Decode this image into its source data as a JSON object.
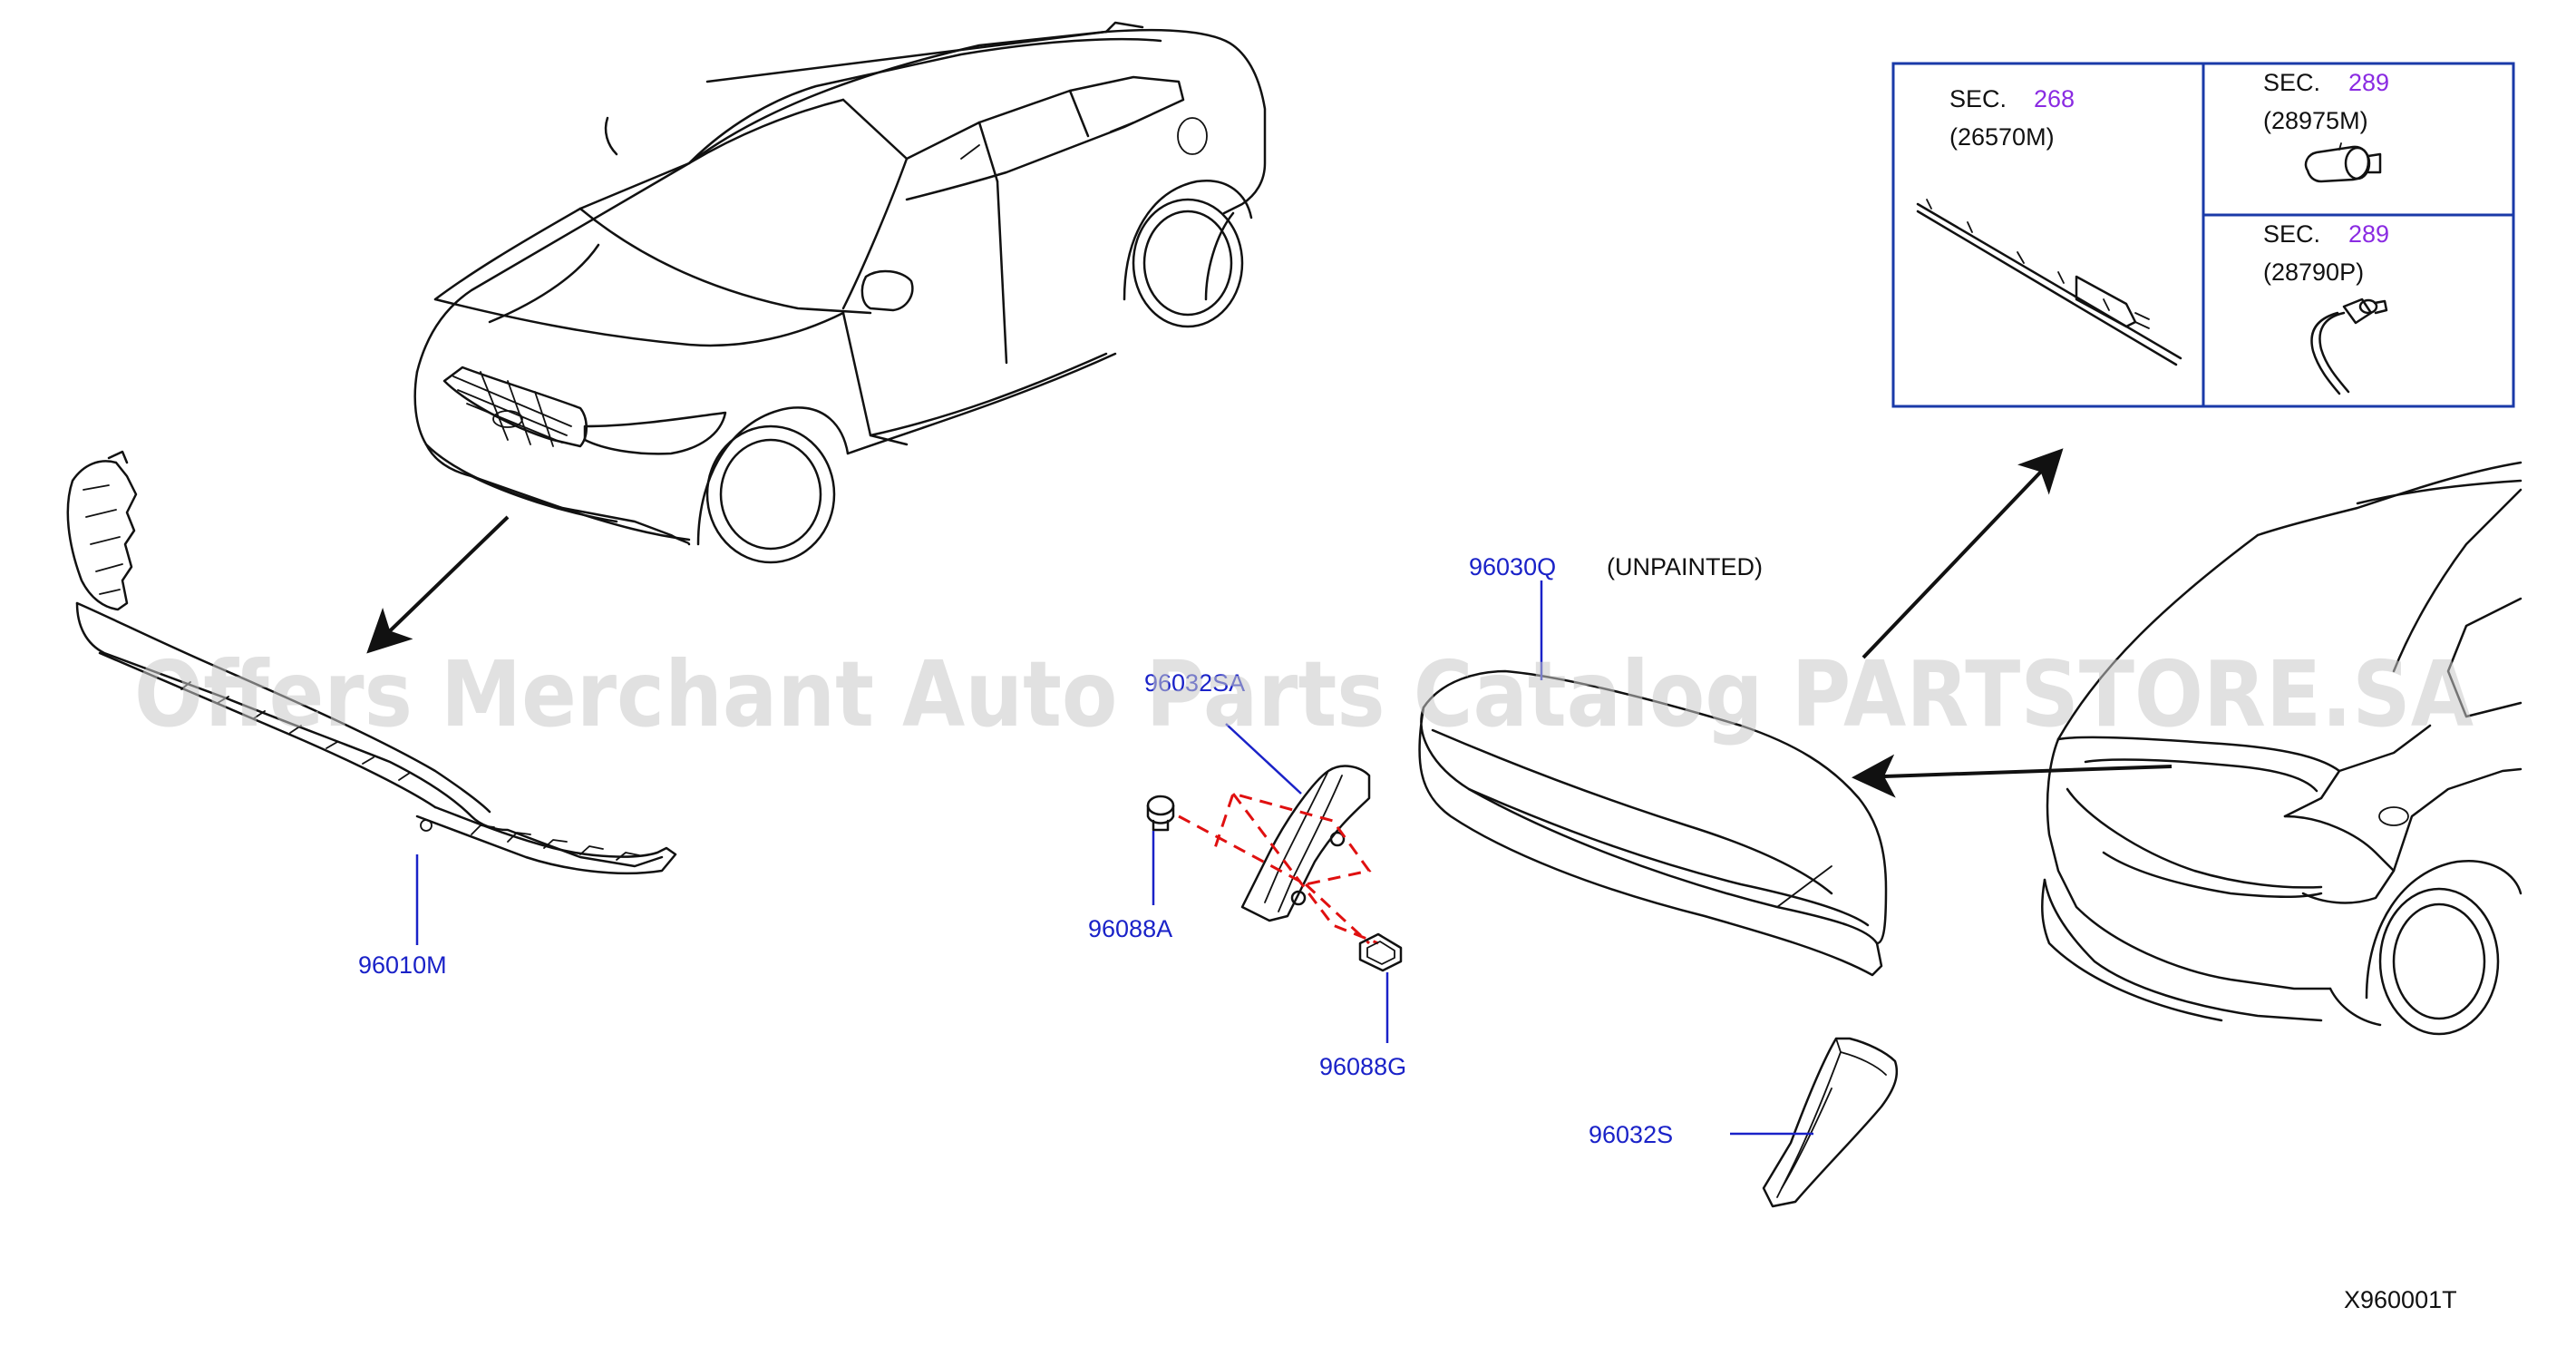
{
  "diagram_id": "X960001T",
  "watermark": "Offers Merchant Auto Parts Catalog PARTSTORE.SA",
  "parts": {
    "front_lip": "96010M",
    "rear_spoiler": "96030Q",
    "rear_spoiler_note": "(UNPAINTED)",
    "side_spoiler_left": "96032SA",
    "side_spoiler_right": "96032S",
    "clip_a": "96088A",
    "clip_g": "96088G"
  },
  "sections": [
    {
      "prefix": "SEC.",
      "number": "268",
      "part": "(26570M)"
    },
    {
      "prefix": "SEC.",
      "number": "289",
      "part": "(28975M)"
    },
    {
      "prefix": "SEC.",
      "number": "289",
      "part": "(28790P)"
    }
  ],
  "colors": {
    "part_label": "#1a22c8",
    "section_number": "#8a2be2",
    "fastener_guide": "#e01010",
    "box_border": "#1a3aa8"
  }
}
